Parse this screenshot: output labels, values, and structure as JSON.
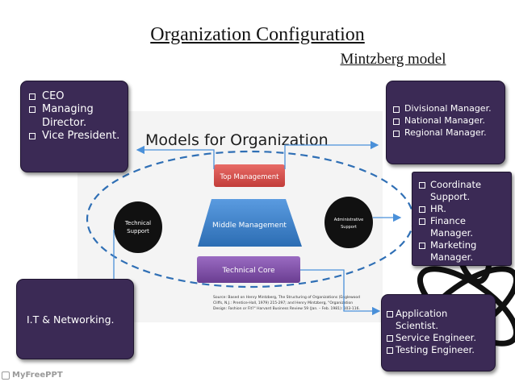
{
  "title": "Organization Configuration",
  "subtitle": "Mintzberg model",
  "figure": {
    "heading": "Models for Organization",
    "top_management": "Top Management",
    "middle_management": "Middle Management",
    "technical_core": "Technical Core",
    "technical_support_1": "Technical",
    "technical_support_2": "Support",
    "administrative_support_1": "Administrative",
    "administrative_support_2": "Support",
    "source_1": "Source: Based on Henry Mintzberg, The Structuring of Organizations (Englewood",
    "source_2": "Cliffs, N.J.: Prentice-Hall, 1979) 215-297; and Henry Mintzberg, \"Organization",
    "source_3": "Design: Fashion or Fit?\" Harvard Business Review 59 (Jan. – Feb. 1981): 103-116."
  },
  "executive_box": {
    "items": [
      "CEO",
      "Managing Director.",
      "Vice President."
    ]
  },
  "divisional_box": {
    "items": [
      "Divisional Manager.",
      "National Manager.",
      "Regional Manager."
    ]
  },
  "admin_box": {
    "items": [
      "Coordinate Support.",
      "HR.",
      "Finance Manager.",
      "Marketing Manager."
    ]
  },
  "technical_box": {
    "text": "I.T & Networking."
  },
  "core_box": {
    "items": [
      "Application Scientist.",
      "Service Engineer.",
      "Testing Engineer."
    ]
  },
  "watermark": "MyFreePPT",
  "colors": {
    "box_fill": "#3b2a55",
    "top_management": "#d9534f",
    "middle_management": "#3c82c8",
    "technical_core": "#7f4fa6",
    "dashed_ring": "#2f6fb5",
    "connector": "#4a90d9"
  }
}
